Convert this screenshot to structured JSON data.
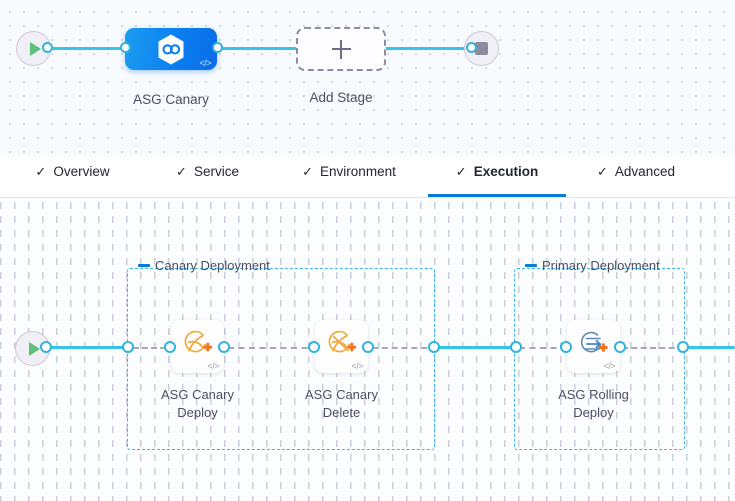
{
  "stage_canvas": {
    "start_node": {
      "icon": "play-icon",
      "label": "Start"
    },
    "end_node": {
      "icon": "stop-square-icon",
      "label": "End"
    },
    "stage": {
      "name": "ASG Canary",
      "icon": "asg-canary-hexagon-icon",
      "code_badge": "</>",
      "color": "#0b7ff0"
    },
    "add_stage": {
      "label": "Add Stage",
      "icon": "plus-icon"
    }
  },
  "tabs": [
    {
      "label": "Overview",
      "check": "✓",
      "active": false
    },
    {
      "label": "Service",
      "check": "✓",
      "active": false
    },
    {
      "label": "Environment",
      "check": "✓",
      "active": false
    },
    {
      "label": "Execution",
      "check": "✓",
      "active": true
    },
    {
      "label": "Advanced",
      "check": "✓",
      "active": false
    }
  ],
  "execution": {
    "start_node": {
      "icon": "play-icon",
      "label": "Start"
    },
    "groups": [
      {
        "title": "Canary Deployment",
        "collapse_icon": "minus-dash-icon",
        "steps": [
          {
            "name": "ASG Canary\nDeploy",
            "icon": "asg-deploy-icon",
            "code_badge": "</>"
          },
          {
            "name": "ASG Canary\nDelete",
            "icon": "asg-delete-icon",
            "code_badge": "</>"
          }
        ]
      },
      {
        "title": "Primary Deployment",
        "collapse_icon": "minus-dash-icon",
        "steps": [
          {
            "name": "ASG Rolling\nDeploy",
            "icon": "asg-rolling-deploy-icon",
            "code_badge": "</>"
          }
        ]
      }
    ]
  },
  "colors": {
    "link": "#37c4e8",
    "port": "#2fb4e0",
    "group_border": "#3ab6ef",
    "accent": "#0b7ad4",
    "stage_blue": "#0b7ff0",
    "aws_orange": "#f0a93c",
    "plus_orange": "#ef7622",
    "text": "#4a4e63"
  }
}
